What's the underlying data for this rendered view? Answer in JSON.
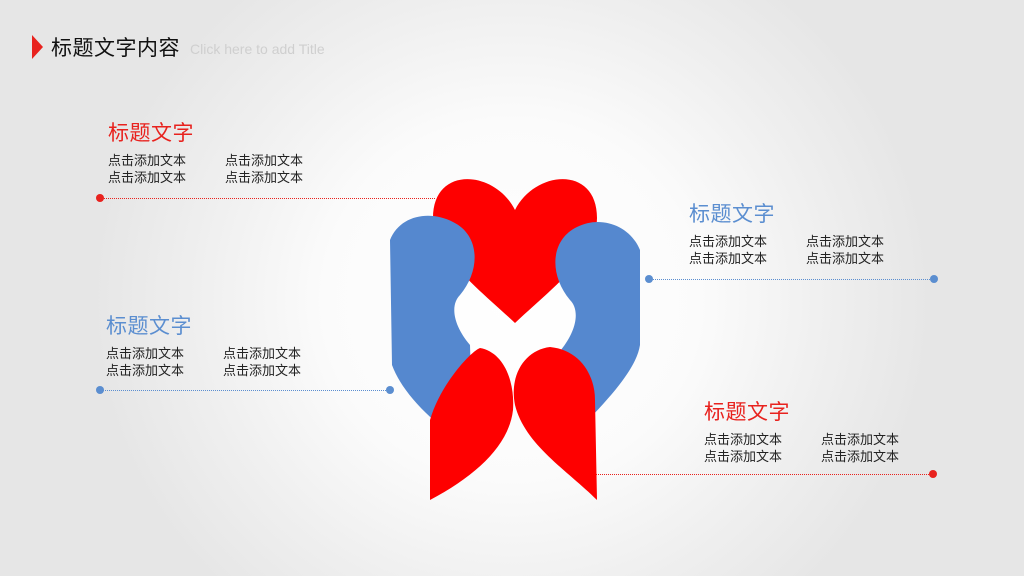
{
  "header": {
    "title": "标题文字内容",
    "subtitle": "Click here to add Title"
  },
  "blocks": [
    {
      "heading": "标题文字",
      "color": "#e8221e",
      "lines": [
        "点击添加文本",
        "点击添加文本",
        "点击添加文本",
        "点击添加文本"
      ]
    },
    {
      "heading": "标题文字",
      "color": "#5b8ed0",
      "lines": [
        "点击添加文本",
        "点击添加文本",
        "点击添加文本",
        "点击添加文本"
      ]
    },
    {
      "heading": "标题文字",
      "color": "#5b8ed0",
      "lines": [
        "点击添加文本",
        "点击添加文本",
        "点击添加文本",
        "点击添加文本"
      ]
    },
    {
      "heading": "标题文字",
      "color": "#e8221e",
      "lines": [
        "点击添加文本",
        "点击添加文本",
        "点击添加文本",
        "点击添加文本"
      ]
    }
  ],
  "colors": {
    "accent_red": "#e8221e",
    "accent_blue": "#5b8ed0"
  },
  "graphic": {
    "icon": "hearts-hands-icon"
  }
}
